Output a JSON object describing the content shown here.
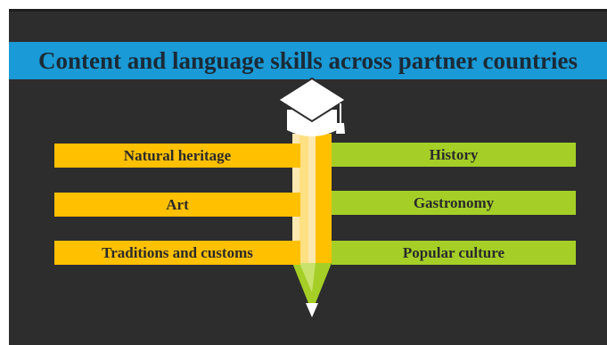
{
  "title": "Content and language skills across partner countries",
  "left_topics": [
    "Natural heritage",
    "Art",
    "Traditions and customs"
  ],
  "right_topics": [
    "History",
    "Gastronomy",
    "Popular culture"
  ],
  "colors": {
    "background": "#2d2d2d",
    "banner": "#1a9ad6",
    "left_bars": "#ffc000",
    "right_bars": "#a5cf27",
    "pencil_body": "#ffc000",
    "pencil_tip": "#a5cf27"
  },
  "icons": [
    "graduation-cap-icon",
    "pencil-icon"
  ]
}
